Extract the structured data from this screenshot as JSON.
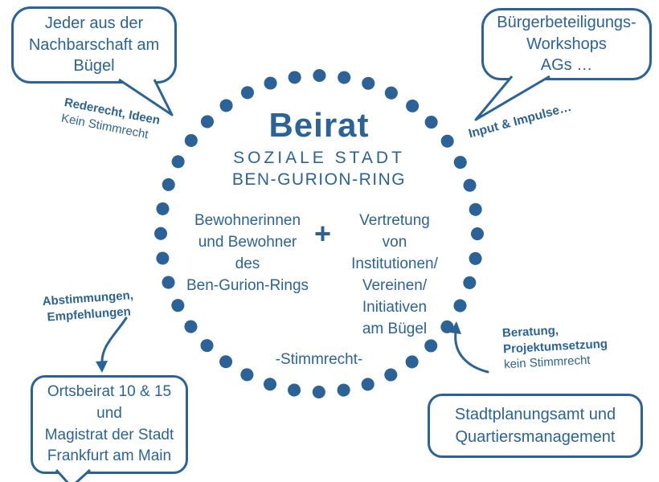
{
  "colors": {
    "primary": "#2b6398",
    "background": "#ffffff"
  },
  "circle": {
    "title": "Beirat",
    "subtitle_line1": "SOZIALE STADT",
    "subtitle_line2": "BEN-GURION-RING",
    "member_group_left": "Bewohnerinnen\nund Bewohner\ndes\nBen-Gurion-Rings",
    "plus_sign": "+",
    "member_group_right": "Vertretung\nvon\nInstitutionen/\nVereinen/\nInitiativen\nam Bügel",
    "voting_note": "-Stimmrecht-"
  },
  "bubbles": {
    "top_left": {
      "text": "Jeder aus der\nNachbarschaft am\nBügel"
    },
    "top_right": {
      "text": "Bürgerbeteiligungs-\nWorkshops\nAGs …"
    },
    "bottom_left": {
      "text": "Ortsbeirat 10 & 15\nund\nMagistrat der Stadt\nFrankfurt am Main"
    },
    "bottom_right": {
      "text": "Stadtplanungsamt und\nQuartiersmanagement"
    }
  },
  "annotations": {
    "top_left": {
      "bold": "Rederecht, Ideen",
      "regular": "Kein Stimmrecht"
    },
    "top_right": {
      "bold": "Input & Impulse…"
    },
    "bottom_left": {
      "bold": "Abstimmungen,\nEmpfehlungen"
    },
    "bottom_right": {
      "bold": "Beratung,\nProjektumsetzung",
      "regular": "kein Stimmrecht"
    }
  }
}
